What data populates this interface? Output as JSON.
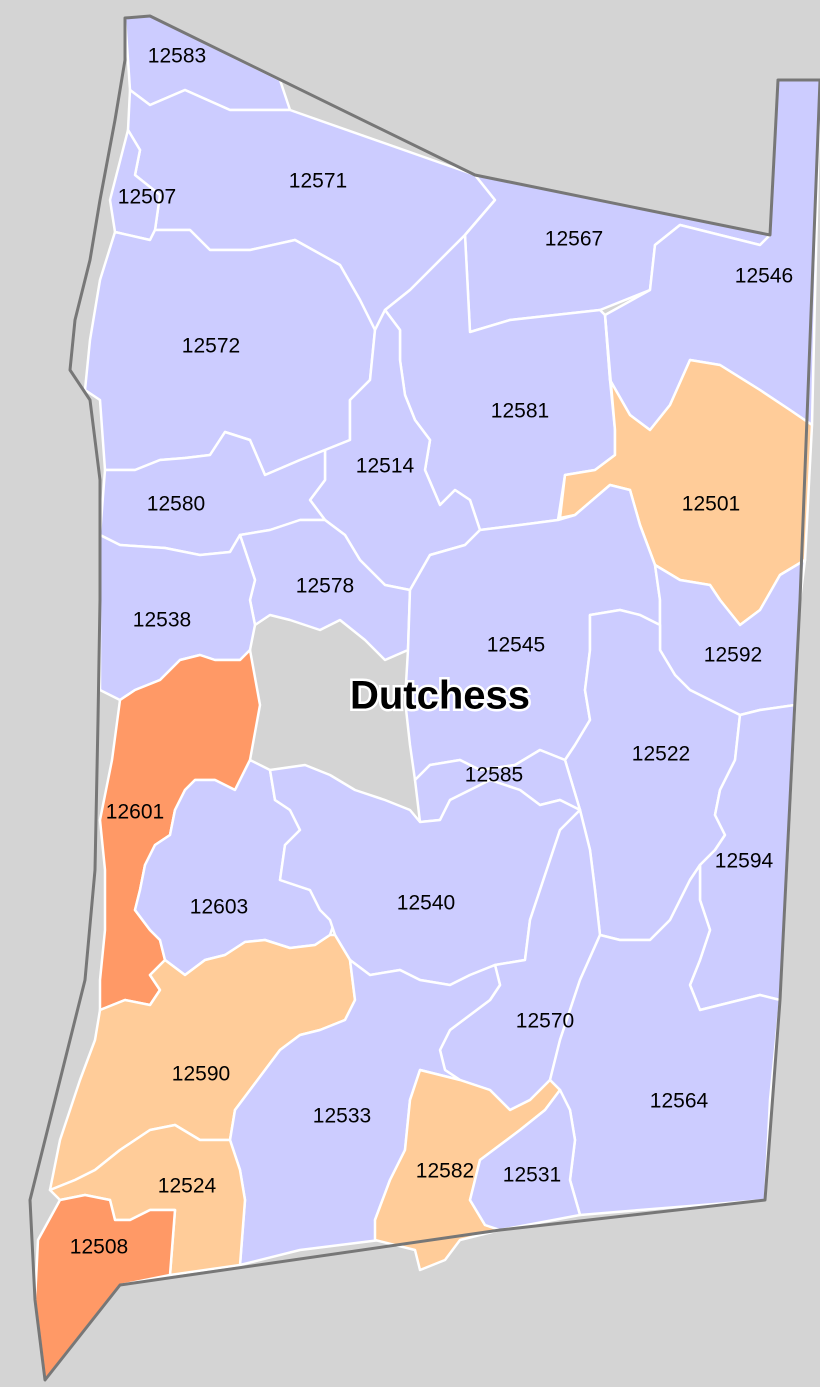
{
  "county": {
    "name": "Dutchess"
  },
  "colors": {
    "background": "#d4d4d4",
    "default": "#ccccff",
    "light": "#ffcc99",
    "dark": "#ff9966",
    "border": "#ffffff",
    "county_outline": "#777777"
  },
  "zip_codes": [
    {
      "zip": "12583",
      "shade": "default"
    },
    {
      "zip": "12571",
      "shade": "default"
    },
    {
      "zip": "12507",
      "shade": "default"
    },
    {
      "zip": "12567",
      "shade": "default"
    },
    {
      "zip": "12546",
      "shade": "default"
    },
    {
      "zip": "12572",
      "shade": "default"
    },
    {
      "zip": "12581",
      "shade": "default"
    },
    {
      "zip": "12514",
      "shade": "default"
    },
    {
      "zip": "12501",
      "shade": "light"
    },
    {
      "zip": "12580",
      "shade": "default"
    },
    {
      "zip": "12578",
      "shade": "default"
    },
    {
      "zip": "12538",
      "shade": "default"
    },
    {
      "zip": "12545",
      "shade": "default"
    },
    {
      "zip": "12592",
      "shade": "default"
    },
    {
      "zip": "12522",
      "shade": "default"
    },
    {
      "zip": "12585",
      "shade": "default"
    },
    {
      "zip": "12601",
      "shade": "dark"
    },
    {
      "zip": "12594",
      "shade": "default"
    },
    {
      "zip": "12603",
      "shade": "default"
    },
    {
      "zip": "12540",
      "shade": "default"
    },
    {
      "zip": "12570",
      "shade": "default"
    },
    {
      "zip": "12590",
      "shade": "light"
    },
    {
      "zip": "12564",
      "shade": "default"
    },
    {
      "zip": "12533",
      "shade": "default"
    },
    {
      "zip": "12524",
      "shade": "light"
    },
    {
      "zip": "12582",
      "shade": "light"
    },
    {
      "zip": "12531",
      "shade": "default"
    },
    {
      "zip": "12508",
      "shade": "dark"
    }
  ]
}
